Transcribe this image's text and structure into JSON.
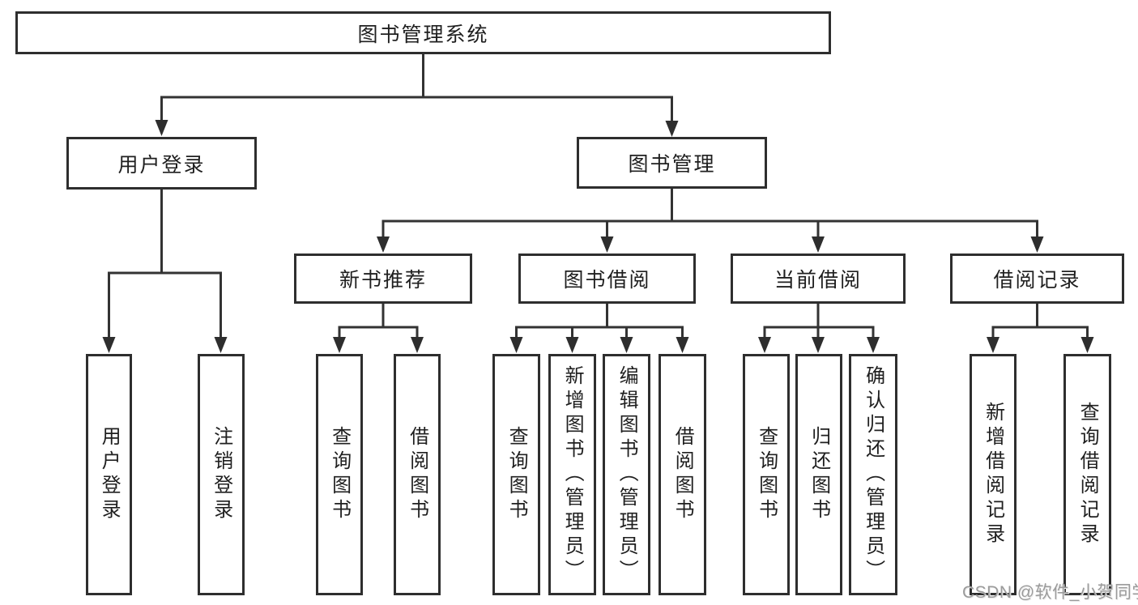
{
  "diagram": {
    "root": {
      "label": "图书管理系统"
    },
    "branches": [
      {
        "label": "用户登录",
        "children": [
          {
            "label": "用户登录"
          },
          {
            "label": "注销登录"
          }
        ]
      },
      {
        "label": "图书管理",
        "children": [
          {
            "label": "新书推荐",
            "children": [
              {
                "label": "查询图书"
              },
              {
                "label": "借阅图书"
              }
            ]
          },
          {
            "label": "图书借阅",
            "children": [
              {
                "label": "查询图书"
              },
              {
                "label": "新增图书（管理员）"
              },
              {
                "label": "编辑图书（管理员）"
              },
              {
                "label": "借阅图书"
              }
            ]
          },
          {
            "label": "当前借阅",
            "children": [
              {
                "label": "查询图书"
              },
              {
                "label": "归还图书"
              },
              {
                "label": "确认归还（管理员）"
              }
            ]
          },
          {
            "label": "借阅记录",
            "children": [
              {
                "label": "新增借阅记录"
              },
              {
                "label": "查询借阅记录"
              }
            ]
          }
        ]
      }
    ]
  },
  "watermark": {
    "text": "CSDN @软件_小贺同学"
  },
  "colors": {
    "line": "#333333",
    "arrow": "#2e2e2e",
    "box_border": "#2e2e2e",
    "text": "#1f1f1f",
    "background": "#ffffff",
    "watermark": "#9b9b9b"
  }
}
